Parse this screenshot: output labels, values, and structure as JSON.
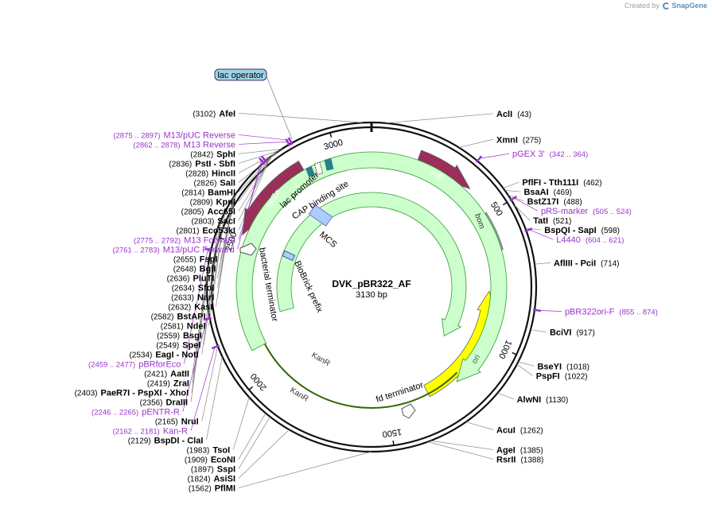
{
  "brand": {
    "created_by": "Created by",
    "app": "SnapGene"
  },
  "plasmid": {
    "name": "DVK_pBR322_AF",
    "length": "3130 bp"
  },
  "ticks": [
    {
      "label": "500",
      "angle": 58
    },
    {
      "label": "1000",
      "angle": 115
    },
    {
      "label": "1500",
      "angle": 172
    },
    {
      "label": "2000",
      "angle": 230
    },
    {
      "label": "2500",
      "angle": 288
    },
    {
      "label": "3000",
      "angle": 345
    }
  ],
  "features": [
    {
      "name": "rop",
      "kind": "arrow",
      "color": "#9b2f5b",
      "start": 20,
      "end": 45,
      "dir": 1,
      "r": 175,
      "w": 16
    },
    {
      "name": "bom",
      "kind": "box",
      "color": "#9ea0a4",
      "start": 57,
      "end": 74,
      "dir": 0,
      "r": 165,
      "w": 14
    },
    {
      "name": "ori",
      "kind": "arrow",
      "color": "#ffff00",
      "start": 152,
      "end": 92,
      "dir": -1,
      "r": 148,
      "w": 16
    },
    {
      "name": "lacZα",
      "kind": "arrow",
      "color": "#9b2f5b",
      "start": 330,
      "end": 292,
      "dir": -1,
      "r": 175,
      "w": 16
    },
    {
      "name": "KanR",
      "kind": "arrow",
      "color": "#ccffcc",
      "start": 242,
      "end": 138,
      "dir": 1,
      "r": 160,
      "w": 20,
      "stroke": "#339933"
    },
    {
      "name": "KanR",
      "kind": "arrow",
      "color": "#ccffcc",
      "start": 255,
      "end": 124,
      "dir": 1,
      "r": 110,
      "w": 18,
      "stroke": "#339933"
    }
  ],
  "feature_labels": {
    "rop": "rop",
    "bom": "bom",
    "ori": "ori",
    "lacz": "lacZα",
    "kanr_outer": "KanR",
    "kanr_inner": "KanR",
    "lac_promoter": "lac promoter",
    "cap_site": "CAP binding site",
    "mcs": "MCS",
    "bact_term": "bacterial terminator",
    "biobrick": "BioBrick prefix",
    "fd_term": "fd terminator",
    "lac_operator": "lac operator"
  },
  "sites_left": [
    {
      "name": "AfeI",
      "pos": "(3102)",
      "angle": 357
    },
    {
      "name": "SphI",
      "pos": "(2842)",
      "angle": 327
    },
    {
      "name": "PstI - SbfI",
      "pos": "(2836)",
      "angle": 326
    },
    {
      "name": "HincII",
      "pos": "(2828)",
      "angle": 325
    },
    {
      "name": "SalI",
      "pos": "(2826)",
      "angle": 325
    },
    {
      "name": "BamHI",
      "pos": "(2814)",
      "angle": 324
    },
    {
      "name": "KpnI",
      "pos": "(2809)",
      "angle": 323
    },
    {
      "name": "Acc65I",
      "pos": "(2805)",
      "angle": 323
    },
    {
      "name": "SacI",
      "pos": "(2803)",
      "angle": 322
    },
    {
      "name": "Eco53kI",
      "pos": "(2801)",
      "angle": 322
    },
    {
      "name": "FspI",
      "pos": "(2655)",
      "angle": 305
    },
    {
      "name": "BglI",
      "pos": "(2648)",
      "angle": 304
    },
    {
      "name": "PluTI",
      "pos": "(2636)",
      "angle": 303
    },
    {
      "name": "SfoI",
      "pos": "(2634)",
      "angle": 303
    },
    {
      "name": "NarI",
      "pos": "(2633)",
      "angle": 303
    },
    {
      "name": "KasI",
      "pos": "(2632)",
      "angle": 302
    },
    {
      "name": "BstAPI",
      "pos": "(2582)",
      "angle": 297
    },
    {
      "name": "NdeI",
      "pos": "(2581)",
      "angle": 297
    },
    {
      "name": "BsgI",
      "pos": "(2559)",
      "angle": 294
    },
    {
      "name": "SpeI",
      "pos": "(2549)",
      "angle": 293
    },
    {
      "name": "EagI - NotI",
      "pos": "(2534)",
      "angle": 291
    },
    {
      "name": "AatII",
      "pos": "(2421)",
      "angle": 278
    },
    {
      "name": "ZraI",
      "pos": "(2419)",
      "angle": 278
    },
    {
      "name": "PaeR7I - PspXI - XhoI",
      "pos": "(2403)",
      "angle": 276
    },
    {
      "name": "DraIII",
      "pos": "(2356)",
      "angle": 271
    },
    {
      "name": "NruI",
      "pos": "(2165)",
      "angle": 249
    },
    {
      "name": "BspDI - ClaI",
      "pos": "(2129)",
      "angle": 245
    },
    {
      "name": "TsoI",
      "pos": "(1983)",
      "angle": 228
    },
    {
      "name": "EcoNI",
      "pos": "(1909)",
      "angle": 220
    },
    {
      "name": "SspI",
      "pos": "(1897)",
      "angle": 218
    },
    {
      "name": "AsiSI",
      "pos": "(1824)",
      "angle": 210
    },
    {
      "name": "PflMI",
      "pos": "(1562)",
      "angle": 180
    }
  ],
  "sites_right": [
    {
      "name": "AclI",
      "pos": "(43)",
      "angle": 5
    },
    {
      "name": "XmnI",
      "pos": "(275)",
      "angle": 32
    },
    {
      "name": "PflFI - Tth111I",
      "pos": "(462)",
      "angle": 53
    },
    {
      "name": "BsaAI",
      "pos": "(469)",
      "angle": 54
    },
    {
      "name": "BstZ17I",
      "pos": "(488)",
      "angle": 56
    },
    {
      "name": "TatI",
      "pos": "(521)",
      "angle": 60
    },
    {
      "name": "BspQI - SapI",
      "pos": "(598)",
      "angle": 69
    },
    {
      "name": "AflIII - PciI",
      "pos": "(714)",
      "angle": 82
    },
    {
      "name": "BciVI",
      "pos": "(917)",
      "angle": 105
    },
    {
      "name": "BseYI",
      "pos": "(1018)",
      "angle": 117
    },
    {
      "name": "PspFI",
      "pos": "(1022)",
      "angle": 118
    },
    {
      "name": "AlwNI",
      "pos": "(1130)",
      "angle": 130
    },
    {
      "name": "AcuI",
      "pos": "(1262)",
      "angle": 145
    },
    {
      "name": "AgeI",
      "pos": "(1385)",
      "angle": 159
    },
    {
      "name": "RsrII",
      "pos": "(1388)",
      "angle": 160
    }
  ],
  "primers": [
    {
      "name": "M13/pUC Reverse",
      "range": "(2875 .. 2897)",
      "angle": 331
    },
    {
      "name": "M13 Reverse",
      "range": "(2862 .. 2878)",
      "angle": 330
    },
    {
      "name": "M13 Forward",
      "range": "(2775 .. 2792)",
      "angle": 320
    },
    {
      "name": "M13/pUC Forward",
      "range": "(2761 .. 2783)",
      "angle": 319
    },
    {
      "name": "pBRforEco",
      "range": "(2459 .. 2477)",
      "angle": 283
    },
    {
      "name": "pENTR-R",
      "range": "(2246 .. 2265)",
      "angle": 259
    },
    {
      "name": "Kan-R",
      "range": "(2162 .. 2181)",
      "angle": 249
    },
    {
      "name": "pGEX 3'",
      "range": "(342 .. 364)",
      "angle": 40
    },
    {
      "name": "pRS-marker",
      "range": "(505 .. 524)",
      "angle": 58
    },
    {
      "name": "L4440",
      "range": "(604 .. 621)",
      "angle": 70
    },
    {
      "name": "pBR322ori-F",
      "range": "(855 .. 874)",
      "angle": 98
    }
  ]
}
